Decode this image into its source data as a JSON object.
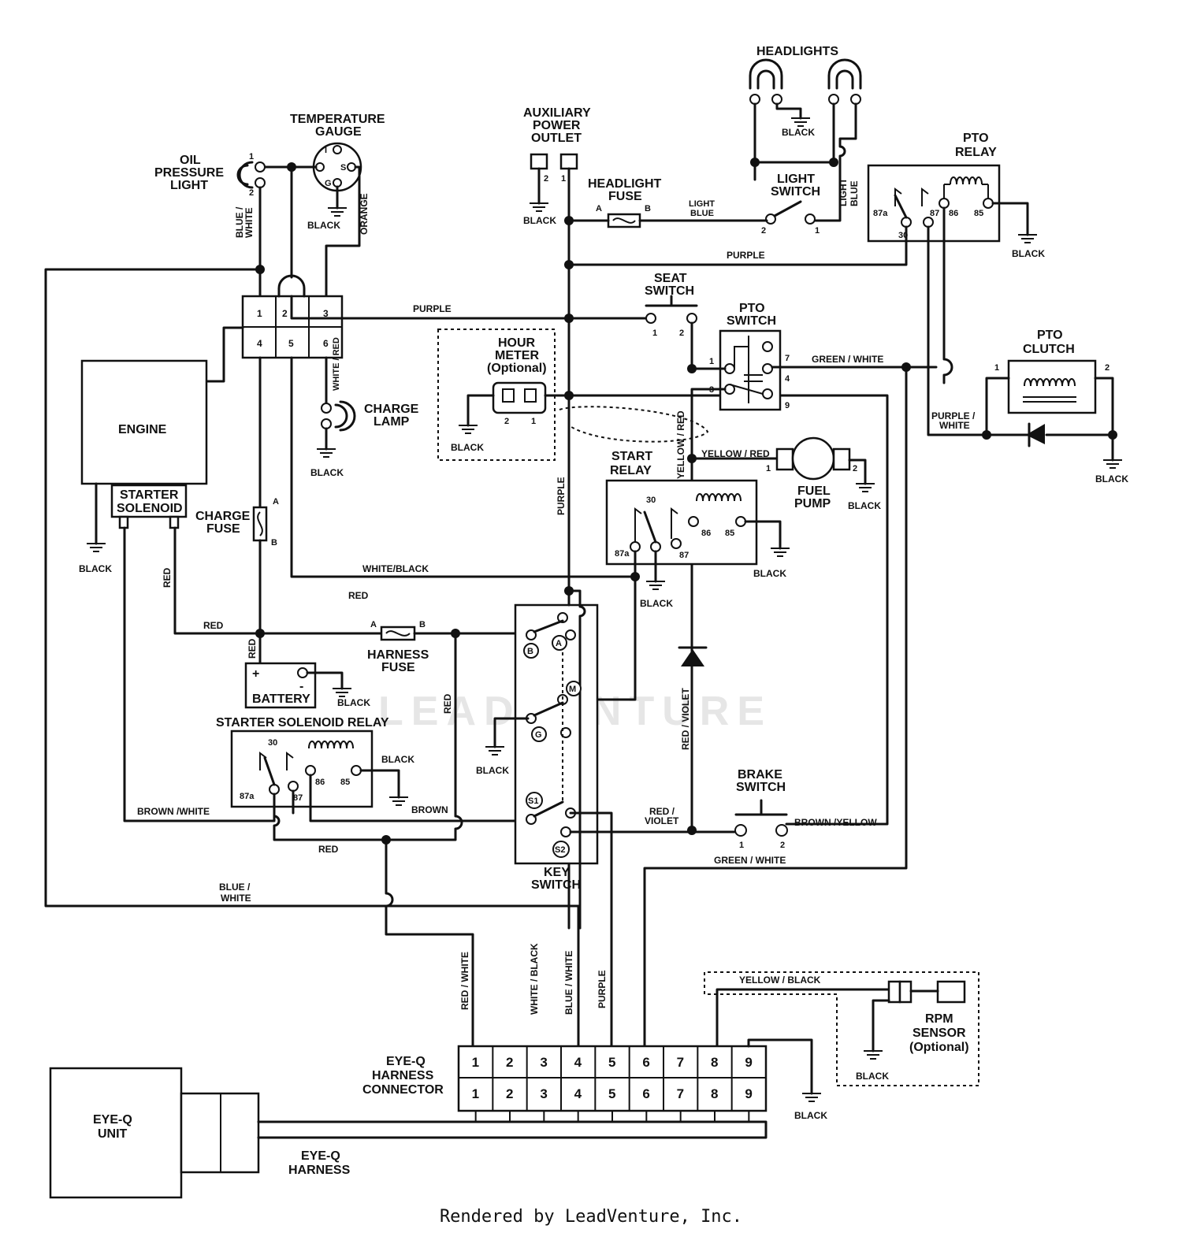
{
  "components": {
    "headlights": "HEADLIGHTS",
    "temp_gauge": [
      "TEMPERATURE",
      "GAUGE"
    ],
    "oil_light": [
      "OIL",
      "PRESSURE",
      "LIGHT"
    ],
    "aux_outlet": [
      "AUXILIARY",
      "POWER",
      "OUTLET"
    ],
    "headlight_fuse": [
      "HEADLIGHT",
      "FUSE"
    ],
    "light_switch": [
      "LIGHT",
      "SWITCH"
    ],
    "pto_relay": [
      "PTO",
      "RELAY"
    ],
    "seat_switch": [
      "SEAT",
      "SWITCH"
    ],
    "pto_switch": [
      "PTO",
      "SWITCH"
    ],
    "pto_clutch": [
      "PTO",
      "CLUTCH"
    ],
    "engine": "ENGINE",
    "starter_solenoid": [
      "STARTER",
      "SOLENOID"
    ],
    "hour_meter": [
      "HOUR",
      "METER",
      "(Optional)"
    ],
    "charge_lamp": [
      "CHARGE",
      "LAMP"
    ],
    "start_relay": [
      "START",
      "RELAY"
    ],
    "fuel_pump": [
      "FUEL",
      "PUMP"
    ],
    "charge_fuse": [
      "CHARGE",
      "FUSE"
    ],
    "harness_fuse": [
      "HARNESS",
      "FUSE"
    ],
    "battery": "BATTERY",
    "starter_solenoid_relay": "STARTER SOLENOID RELAY",
    "key_switch": [
      "KEY",
      "SWITCH"
    ],
    "brake_switch": [
      "BRAKE",
      "SWITCH"
    ],
    "rpm_sensor": [
      "RPM",
      "SENSOR",
      "(Optional)"
    ],
    "eyeq_connector": [
      "EYE-Q",
      "HARNESS",
      "CONNECTOR"
    ],
    "eyeq_unit": [
      "EYE-Q",
      "UNIT"
    ],
    "eyeq_harness": [
      "EYE-Q",
      "HARNESS"
    ]
  },
  "wires": {
    "black": "BLACK",
    "blue_white": "BLUE / WHITE",
    "blue_white_lines": [
      "BLUE /",
      "WHITE"
    ],
    "orange": "ORANGE",
    "light_blue": [
      "LIGHT",
      "BLUE"
    ],
    "purple": "PURPLE",
    "green_white": "GREEN / WHITE",
    "white_red": "WHITE / RED",
    "yellow_red_v": "YELLOW / RED",
    "yellow_red": "YELLOW / RED",
    "purple_white": [
      "PURPLE /",
      "WHITE"
    ],
    "white_black": "WHITE/BLACK",
    "white_black_v": "WHITE / BLACK",
    "red": "RED",
    "red_violet_v": "RED / VIOLET",
    "red_violet": [
      "RED /",
      "VIOLET"
    ],
    "brown_white": "BROWN /WHITE",
    "brown": "BROWN",
    "brown_yellow": "BROWN /YELLOW",
    "red_white_v": "RED / WHITE",
    "blue_white_v": "BLUE / WHITE",
    "yellow_black": "YELLOW / BLACK"
  },
  "terminals": {
    "one": "1",
    "two": "2",
    "three": "3",
    "four": "4",
    "five": "5",
    "six": "6",
    "seven": "7",
    "eight": "8",
    "nine": "9",
    "s": "S",
    "g": "G",
    "i": "I",
    "a": "A",
    "b": "B",
    "m": "M",
    "s1": "S1",
    "s2": "S2",
    "r30": "30",
    "r85": "85",
    "r86": "86",
    "r87": "87",
    "r87a": "87a",
    "plus": "+",
    "minus": "-"
  },
  "connector_pins": [
    "1",
    "2",
    "3",
    "4",
    "5",
    "6",
    "7",
    "8",
    "9"
  ],
  "watermark": "LEADVENTURE",
  "footer": "Rendered by LeadVenture, Inc."
}
